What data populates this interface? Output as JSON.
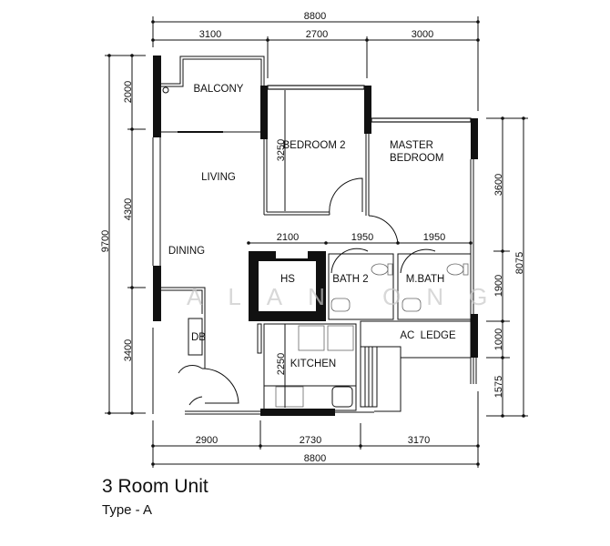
{
  "plan": {
    "title": "3 Room Unit",
    "subtitle": "Type - A",
    "watermark": "ALAN ONG",
    "rooms": {
      "balcony": "BALCONY",
      "living": "LIVING",
      "bedroom2": "BEDROOM 2",
      "master1": "MASTER",
      "master2": "BEDROOM",
      "dining": "DINING",
      "hs": "HS",
      "bath2": "BATH 2",
      "mbath": "M.BATH",
      "db": "DB",
      "kitchen": "KITCHEN",
      "acledge": "AC  LEDGE"
    },
    "dimensions": {
      "top_total": "8800",
      "top": [
        "3100",
        "2700",
        "3000"
      ],
      "mid": [
        "2100",
        "1950",
        "1950"
      ],
      "bottom": [
        "2900",
        "2730",
        "3170"
      ],
      "bottom_total": "8800",
      "left_total": "9700",
      "left": [
        "2000",
        "4300",
        "3400"
      ],
      "right": [
        "3600",
        "1900",
        "1000",
        "1575"
      ],
      "right_total": "8075",
      "bedroom2_depth": "3250",
      "kitchen_depth": "2250"
    }
  }
}
